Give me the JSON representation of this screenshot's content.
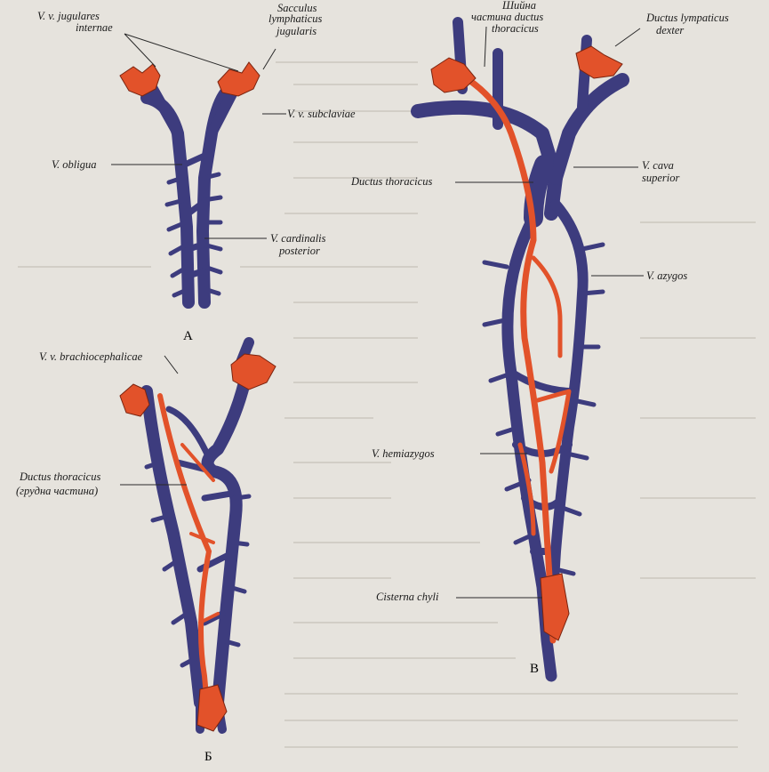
{
  "colors": {
    "vein": "#3d3c7e",
    "duct": "#e2522a",
    "background": "#e6e3dd",
    "label_line": "#2a2a2a"
  },
  "panels": {
    "a": "А",
    "b": "Б",
    "c": "В"
  },
  "labels": {
    "jugulares_1": "V. v. jugulares",
    "jugulares_2": "internae",
    "sacculus_1": "Sacculus",
    "sacculus_2": "lymphaticus",
    "sacculus_3": "jugularis",
    "subclaviae": "V. v. subclaviae",
    "obligua": "V. obligua",
    "cardinalis_1": "V. cardinalis",
    "cardinalis_2": "posterior",
    "brachio": "V. v. brachiocephalicae",
    "ductus_b_1": "Ductus thoracicus",
    "ductus_b_2": "(грудна частина)",
    "shiina_1": "Шийна",
    "shiina_2": "частина ductus",
    "shiina_3": "thoracicus",
    "dexter_1": "Ductus lympaticus",
    "dexter_2": "dexter",
    "ductus_c": "Ductus thoracicus",
    "cava_1": "V. cava",
    "cava_2": "superior",
    "azygos": "V. azygos",
    "hemiazygos": "V. hemiazygos",
    "cisterna": "Cisterna chyli"
  }
}
